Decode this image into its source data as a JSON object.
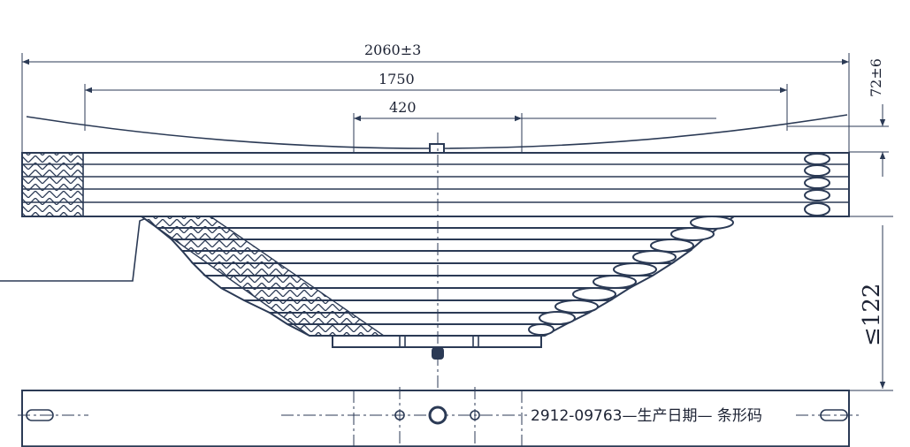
{
  "dimensions": {
    "overall_length": "2060±3",
    "span_length": "1750",
    "center_length": "420",
    "camber": "72±6",
    "max_height": "≤122"
  },
  "bottom_note": "2912-09763—生产日期— 条形码",
  "colors": {
    "line": "#2b3a55",
    "background": "#ffffff"
  }
}
